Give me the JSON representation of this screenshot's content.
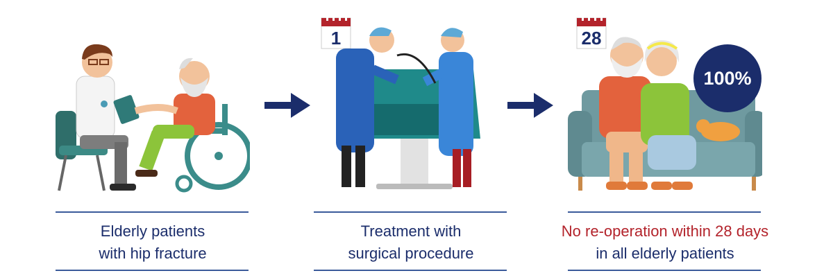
{
  "steps": [
    {
      "caption_line1": "Elderly patients",
      "caption_line2": "with hip fracture"
    },
    {
      "calendar_day": "1",
      "caption_line1": "Treatment with",
      "caption_line2": "surgical procedure"
    },
    {
      "calendar_day": "28",
      "badge": "100%",
      "caption_line1": "No re-operation within 28 days",
      "caption_line2": "in all elderly patients"
    }
  ],
  "colors": {
    "navy": "#1b2d6b",
    "red": "#b3232b",
    "teal": "#1f8a8a",
    "sofa": "#6f9aa0"
  }
}
